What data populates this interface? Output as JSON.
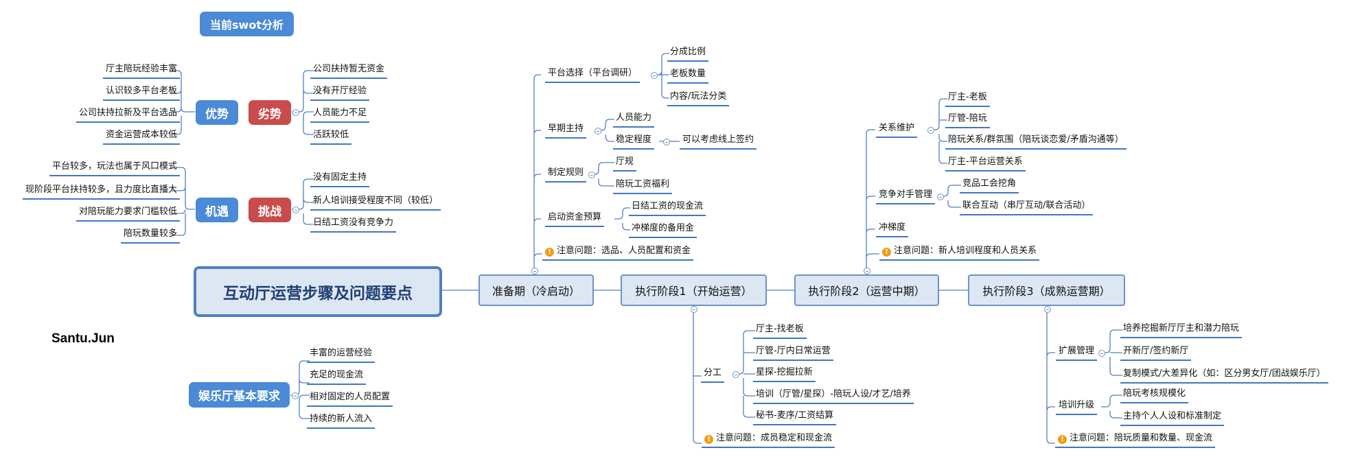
{
  "header": {
    "swot_title": "当前swot分析"
  },
  "swot": {
    "strength": {
      "label": "优势",
      "items": [
        "厅主陪玩经验丰富",
        "认识较多平台老板",
        "公司扶持拉新及平台选品",
        "资金运营成本较低"
      ]
    },
    "weakness": {
      "label": "劣势",
      "items": [
        "公司扶持暂无资金",
        "没有开厅经验",
        "人员能力不足",
        "活跃较低"
      ]
    },
    "opportunity": {
      "label": "机遇",
      "items": [
        "平台较多，玩法也属于风口模式",
        "现阶段平台扶持较多，且力度比直播大",
        "对陪玩能力要求门槛较低",
        "陪玩数量较多"
      ]
    },
    "threat": {
      "label": "挑战",
      "items": [
        "没有固定主持",
        "新人培训接受程度不同（较低）",
        "日结工资没有竞争力"
      ]
    }
  },
  "main_topic": "互动厅运营步骤及问题要点",
  "author": "Santu.Jun",
  "requirements": {
    "label": "娱乐厅基本要求",
    "items": [
      "丰富的运营经验",
      "充足的现金流",
      "相对固定的人员配置",
      "持续的新人流入"
    ]
  },
  "phases": {
    "p0": {
      "label": "准备期（冷启动）",
      "platform": {
        "label": "平台选择（平台调研）",
        "items": [
          "分成比例",
          "老板数量",
          "内容/玩法分类"
        ]
      },
      "host": {
        "label": "早期主持",
        "items": [
          "人员能力",
          "稳定程度"
        ],
        "note": "可以考虑线上签约"
      },
      "rules": {
        "label": "制定规则",
        "items": [
          "厅规",
          "陪玩工资福利"
        ]
      },
      "budget": {
        "label": "启动资金预算",
        "items": [
          "日结工资的现金流",
          "冲梯度的备用金"
        ]
      },
      "warning": "注意问题：选品、人员配置和资金"
    },
    "p1": {
      "label": "执行阶段1（开始运营）",
      "division": {
        "label": "分工",
        "items": [
          "厅主-找老板",
          "厅管-厅内日常运营",
          "星探-挖掘拉新",
          "培训（厅管/星探）-陪玩人设/才艺/培养",
          "秘书-麦序/工资结算"
        ]
      },
      "warning": "注意问题：成员稳定和现金流"
    },
    "p2": {
      "label": "执行阶段2（运营中期）",
      "relations": {
        "label": "关系维护",
        "items": [
          "厅主-老板",
          "厅管-陪玩",
          "陪玩关系/群氛围（陪玩谈恋爱/矛盾沟通等）",
          "厅主-平台运营关系"
        ]
      },
      "competition": {
        "label": "竞争对手管理",
        "items": [
          "竞品工会挖角",
          "联合互动（串厅互动/联合活动）"
        ]
      },
      "ladder": "冲梯度",
      "warning": "注意问题：新人培训程度和人员关系"
    },
    "p3": {
      "label": "执行阶段3（成熟运营期）",
      "expand": {
        "label": "扩展管理",
        "items": [
          "培养挖掘新厅厅主和潜力陪玩",
          "开新厅/签约新厅",
          "复制模式/大差异化（如：区分男女厅/团战娱乐厅）"
        ]
      },
      "training": {
        "label": "培训升级",
        "items": [
          "陪玩考核规模化",
          "主持个人人设和标准制定"
        ]
      },
      "warning": "注意问题：陪玩质量和数量、现金流"
    }
  },
  "colors": {
    "line": "#3f76c4",
    "blue": "#4a8ad6",
    "red": "#c94b4b",
    "warn": "#f39c12"
  }
}
